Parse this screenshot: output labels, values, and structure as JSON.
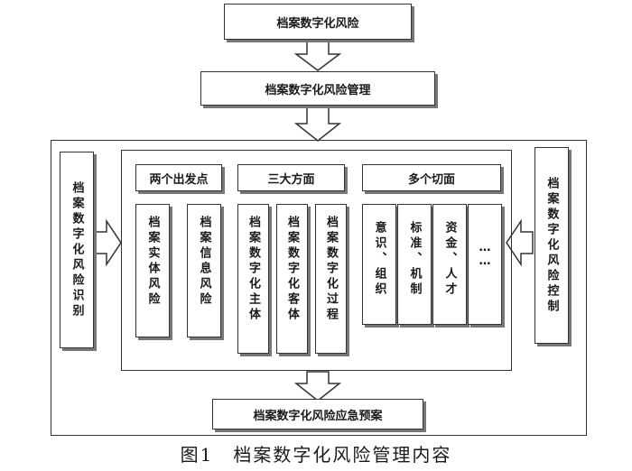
{
  "top_box": "档案数字化风险",
  "mgmt_box": "档案数字化风险管理",
  "left_side": "档案数字化风险识别",
  "right_side": "档案数字化风险控制",
  "group1": {
    "header": "两个出发点",
    "items": [
      "档案实体风险",
      "档案信息风险"
    ]
  },
  "group2": {
    "header": "三大方面",
    "items": [
      "档案数字化主体",
      "档案数字化客体",
      "档案数字化过程"
    ]
  },
  "group3": {
    "header": "多个切面",
    "items": [
      "意识、组织",
      "标准、机制",
      "资金、人才",
      "……"
    ]
  },
  "bottom_box": "档案数字化风险应急预案",
  "caption": "图1　档案数字化风险管理内容"
}
